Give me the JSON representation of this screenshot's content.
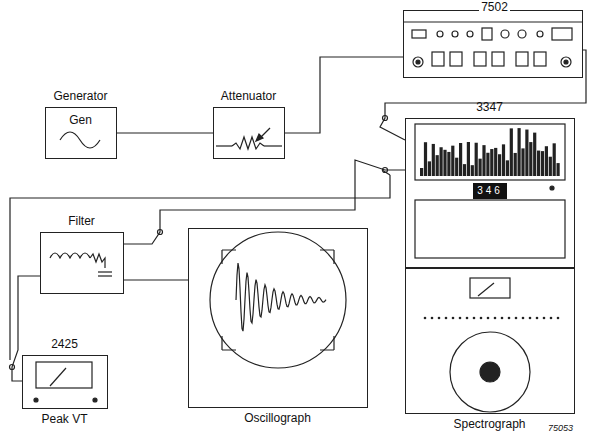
{
  "diagram": {
    "nodes": [
      {
        "text": [
          "7502"
        ]
      },
      {
        "text": [
          "Generator",
          "Gen"
        ]
      },
      {
        "text": [
          "Attenuator"
        ]
      },
      {
        "text": [
          "3347"
        ]
      },
      {
        "text": [
          "Filter"
        ]
      },
      {
        "text": [
          "Oscillograph"
        ]
      },
      {
        "text": [
          "Spectrograph"
        ]
      },
      {
        "text": [
          "2425",
          "Peak VT"
        ]
      }
    ],
    "edges": [
      {
        "from": 1,
        "to": 2,
        "arrow": "none"
      },
      {
        "from": 2,
        "to": 0,
        "arrow": "none"
      },
      {
        "from": 0,
        "to": 3,
        "arrow": "none"
      },
      {
        "from": 3,
        "to": 4,
        "arrow": "none"
      },
      {
        "from": 4,
        "to": 5,
        "arrow": "none"
      },
      {
        "from": 4,
        "to": 7,
        "arrow": "none"
      }
    ],
    "labels": [
      "346",
      "75053"
    ]
  }
}
